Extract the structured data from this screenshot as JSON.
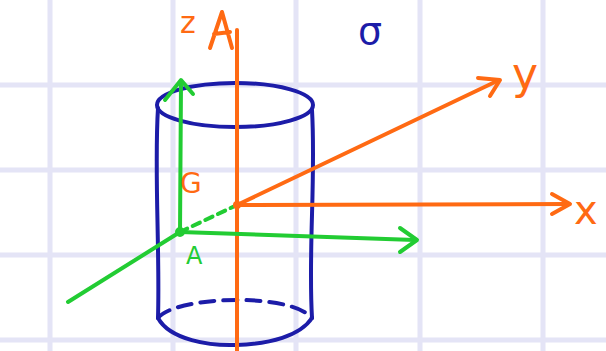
{
  "diagram": {
    "labels": [
      "z",
      "σ",
      "y",
      "x",
      "G",
      "A"
    ]
  }
}
